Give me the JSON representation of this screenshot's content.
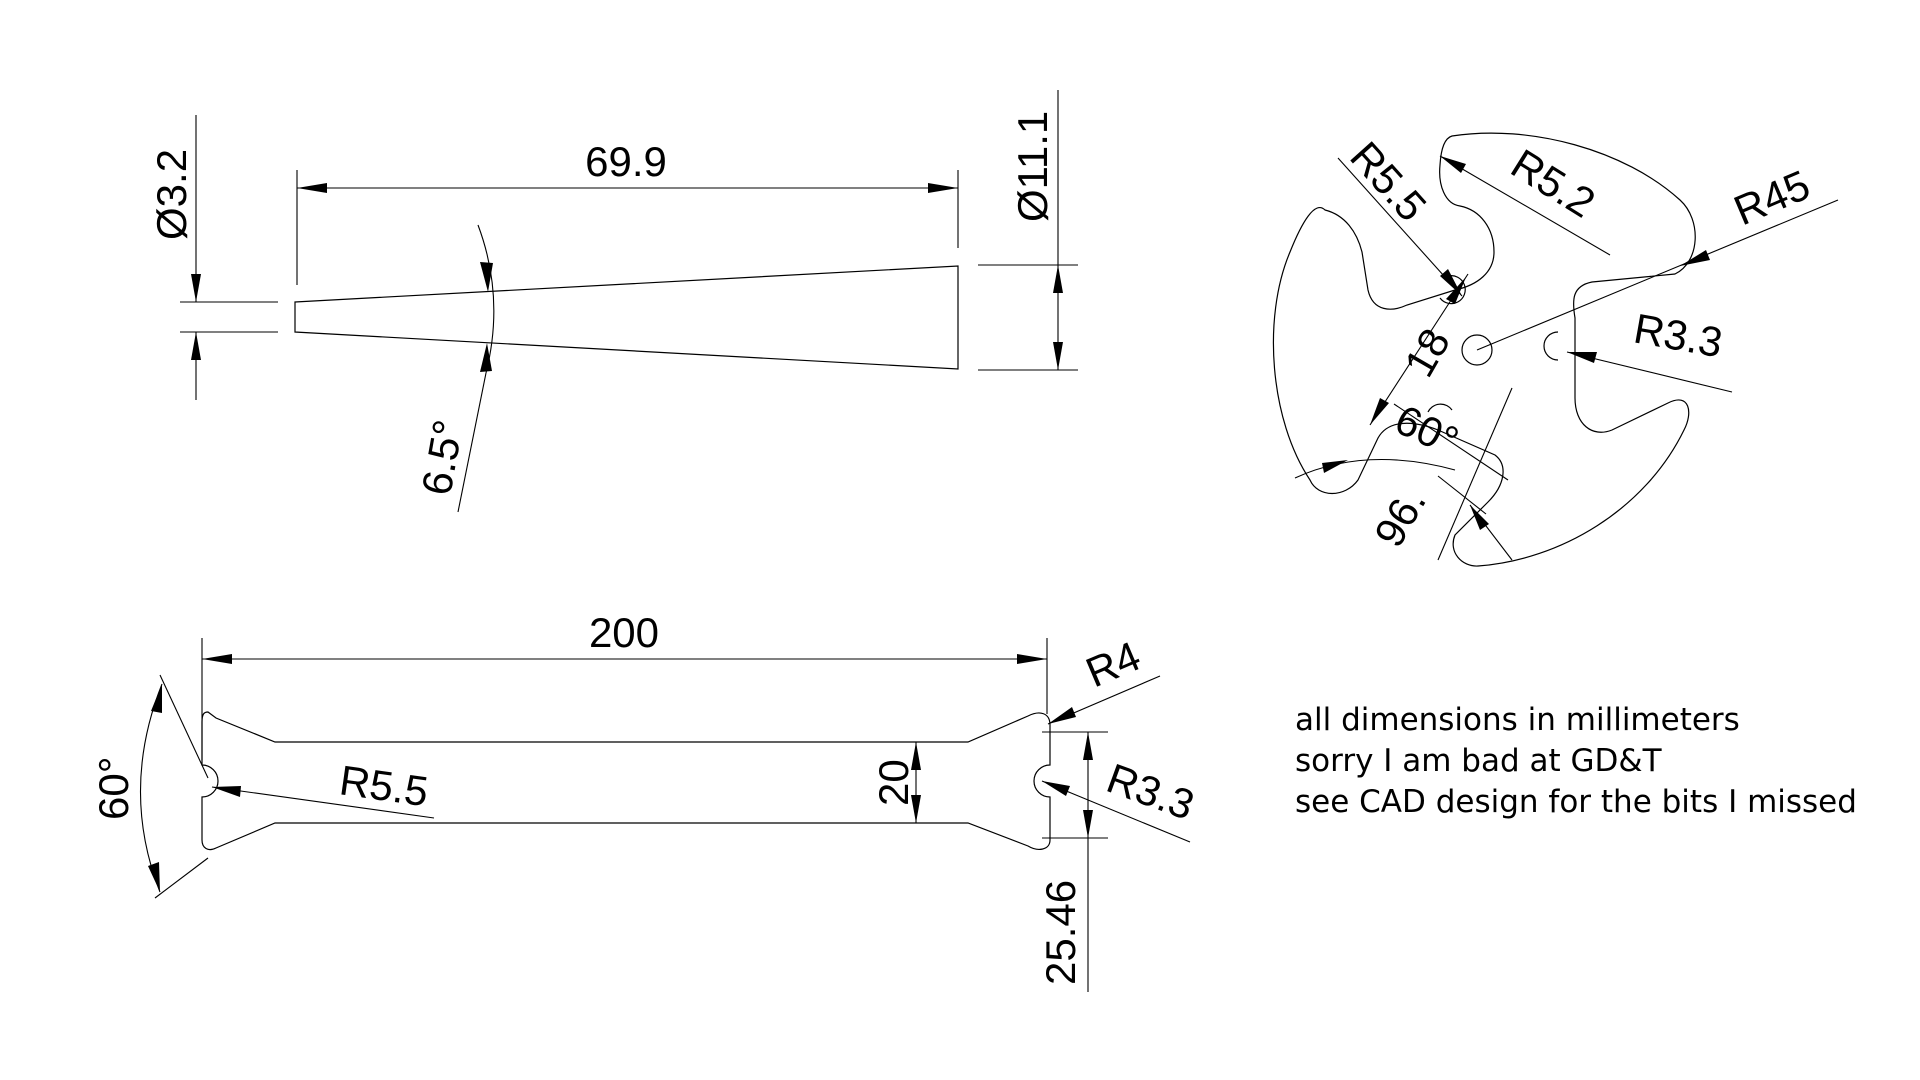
{
  "views": {
    "taper": {
      "dia_small": "Ø3.2",
      "length": "69.9",
      "dia_large": "Ø11.1",
      "angle": "6.5°"
    },
    "hub": {
      "r_notch": "R5.5",
      "r_lobe": "R5.2",
      "r_outer": "R45",
      "r_slot": "R3.3",
      "offset": "18",
      "angle": "60°",
      "chord": "96."
    },
    "strip": {
      "length": "200",
      "end_angle": "60°",
      "r_end_notch": "R5.5",
      "width": "20",
      "r_corner": "R4",
      "r_slot": "R3.3",
      "end_height": "25.46"
    }
  },
  "notes": [
    "all dimensions in millimeters",
    "sorry I am bad at GD&T",
    "see CAD design for the bits I missed"
  ]
}
